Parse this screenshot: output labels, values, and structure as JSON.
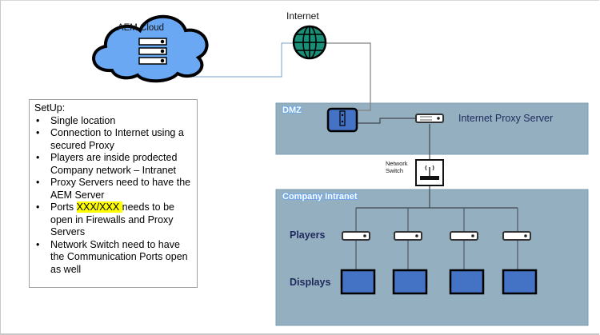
{
  "cloud": {
    "label": "AEM Cloud"
  },
  "internet": {
    "label": "Internet"
  },
  "setup": {
    "title": "SetUp:",
    "items": [
      "Single location",
      "Connection to Internet using a secured Proxy",
      "Players are inside prodected Company network – Intranet",
      "Proxy Servers need to have the AEM Server"
    ],
    "ports_item": {
      "prefix": "Ports ",
      "highlight": "XXX/XXX ",
      "suffix": " needs to be open in Firewalls and Proxy Servers"
    },
    "last_item": "Network Switch need to have the Communication Ports open as well"
  },
  "dmz": {
    "title": "DMZ",
    "proxy_label": "Internet Proxy Server"
  },
  "switch": {
    "label_line1": "Network",
    "label_line2": "Switch"
  },
  "intranet": {
    "title": "Company Intranet",
    "players_label": "Players",
    "displays_label": "Displays"
  },
  "colors": {
    "zone_fill": "#94afc0",
    "cloud_fill": "#6aa8f4",
    "globe_fill": "#1a8f78",
    "display_fill": "#4472c4",
    "firewall_fill": "#4472c4"
  }
}
